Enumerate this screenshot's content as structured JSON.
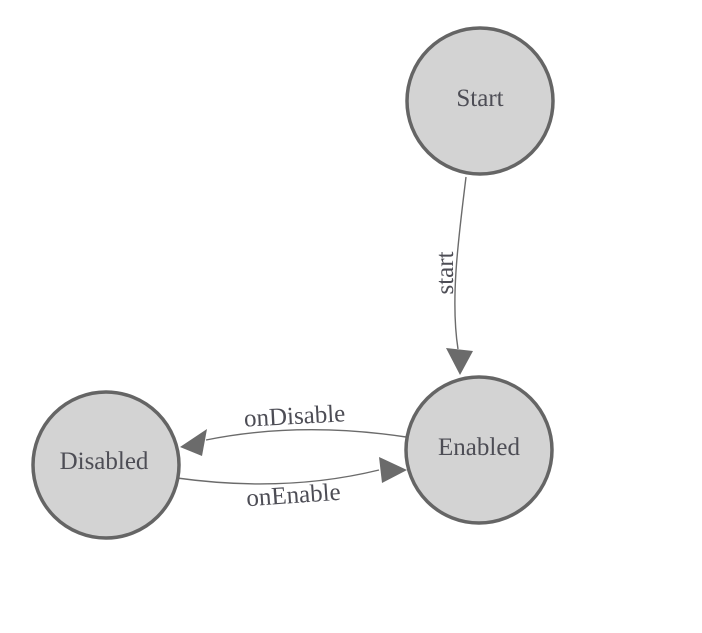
{
  "diagram": {
    "type": "state-machine",
    "colors": {
      "background": "#ffffff",
      "node_fill": "#d3d3d3",
      "node_stroke": "#656565",
      "edge": "#6b6b6b",
      "text": "#4d4d55"
    },
    "nodes": {
      "start": {
        "label": "Start"
      },
      "enabled": {
        "label": "Enabled"
      },
      "disabled": {
        "label": "Disabled"
      }
    },
    "edges": {
      "start_to_enabled": {
        "from": "Start",
        "to": "Enabled",
        "label": "start"
      },
      "enabled_to_disabled": {
        "from": "Enabled",
        "to": "Disabled",
        "label": "onDisable"
      },
      "disabled_to_enabled": {
        "from": "Disabled",
        "to": "Enabled",
        "label": "onEnable"
      }
    }
  }
}
